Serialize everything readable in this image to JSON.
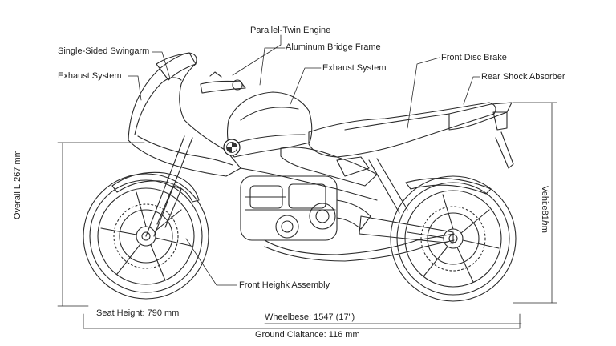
{
  "callouts": {
    "parallel_twin_engine": "Parallel-Twin Engine",
    "aluminum_bridge_frame": "Aluminum Bridge Frame",
    "single_sided_swingarm": "Single-Sided Swingarm",
    "exhaust_system_left": "Exhaust System",
    "exhaust_system_right": "Exhaust System",
    "front_disc_brake": "Front Disc Brake",
    "rear_shock_absorber": "Rear Shock Absorber",
    "front_height_assembly": "Front Heighࠛk Assembly"
  },
  "dimensions": {
    "overall_length": "Overall L:267 mm",
    "vehicle_height": "Vehi:e81ℎm",
    "seat_height": "Seat Height: 790 mm",
    "wheelbase": "Wheelbese: 1547 (17\")",
    "ground_clearance": "Ground Claitance: 116 mm"
  },
  "badge": {
    "icon": "bmw-roundel-icon"
  }
}
